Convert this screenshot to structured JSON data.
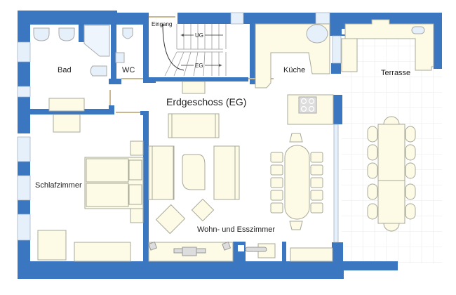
{
  "plan": {
    "title": "Erdgeschoss (EG)",
    "colors": {
      "wall": "#3b77c0",
      "furniture": "#fdfbe6",
      "furniture_stroke": "#a8a89a",
      "glass": "#e6f0fa",
      "door": "#c9b78f",
      "terrace_grid": "#e6e6e6"
    },
    "rooms": [
      {
        "id": "bad",
        "label": "Bad"
      },
      {
        "id": "wc",
        "label": "WC"
      },
      {
        "id": "eingang",
        "label": "Eingang"
      },
      {
        "id": "kueche",
        "label": "Küche"
      },
      {
        "id": "terrasse",
        "label": "Terrasse"
      },
      {
        "id": "schlafzimmer",
        "label": "Schlafzimmer"
      },
      {
        "id": "wohnen",
        "label": "Wohn- und Esszimmer"
      }
    ],
    "stairs": {
      "up_label": "UG",
      "down_label": "EG"
    }
  }
}
